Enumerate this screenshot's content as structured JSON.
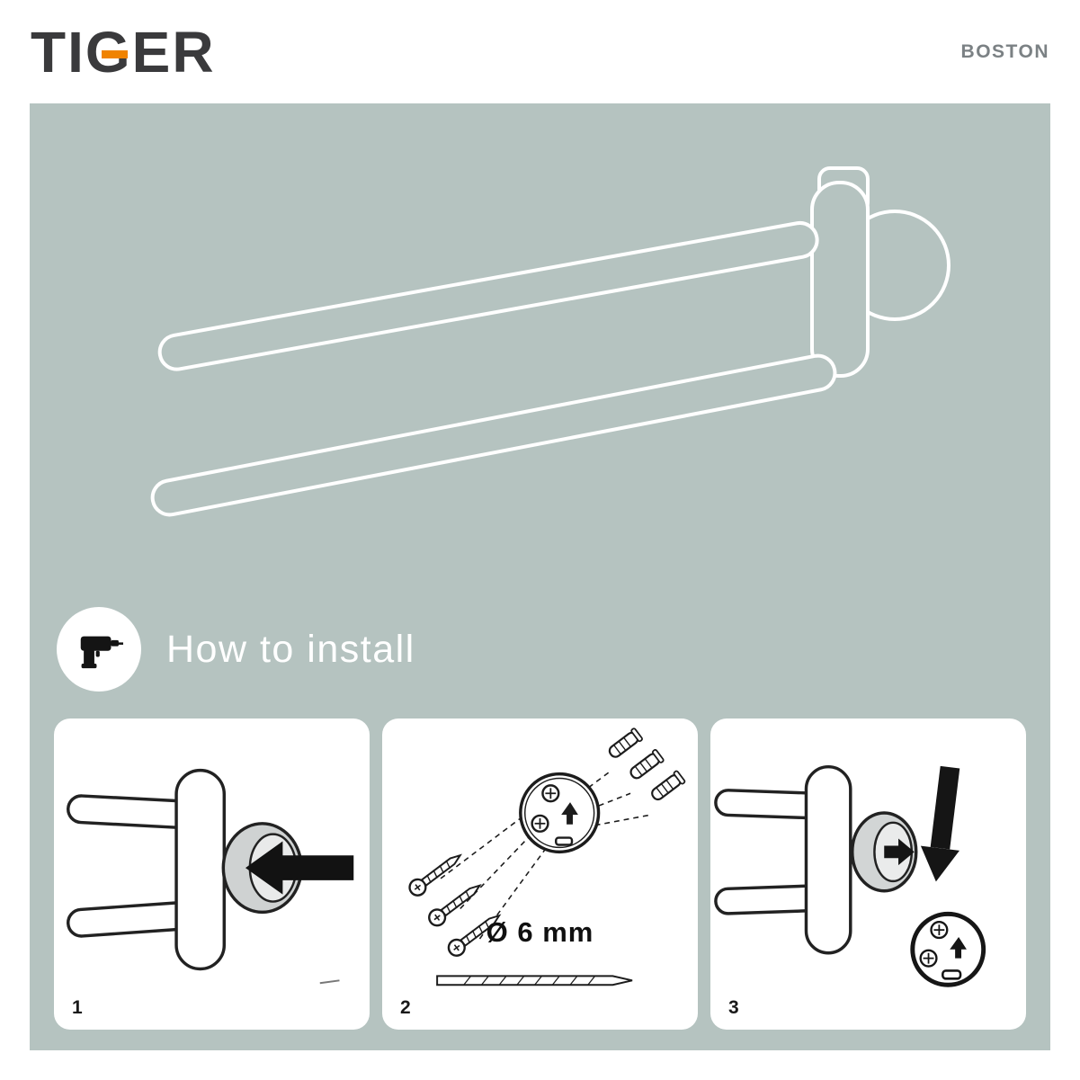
{
  "colors": {
    "sage": "#b5c3c0",
    "orange": "#f08300",
    "dark": "#3a3a3c"
  },
  "header": {
    "brand_letters": [
      "T",
      "I",
      "G",
      "E",
      "R"
    ],
    "product": "BOSTON"
  },
  "install": {
    "label": "How to install"
  },
  "icons": {
    "drill": "drill-icon",
    "arrow_left": "arrow-left-icon",
    "arrow_right": "arrow-right-icon",
    "arrow_down": "arrow-down-icon"
  },
  "steps": [
    {
      "number": "1"
    },
    {
      "number": "2",
      "diameter_label": "Ø 6 mm"
    },
    {
      "number": "3"
    }
  ]
}
